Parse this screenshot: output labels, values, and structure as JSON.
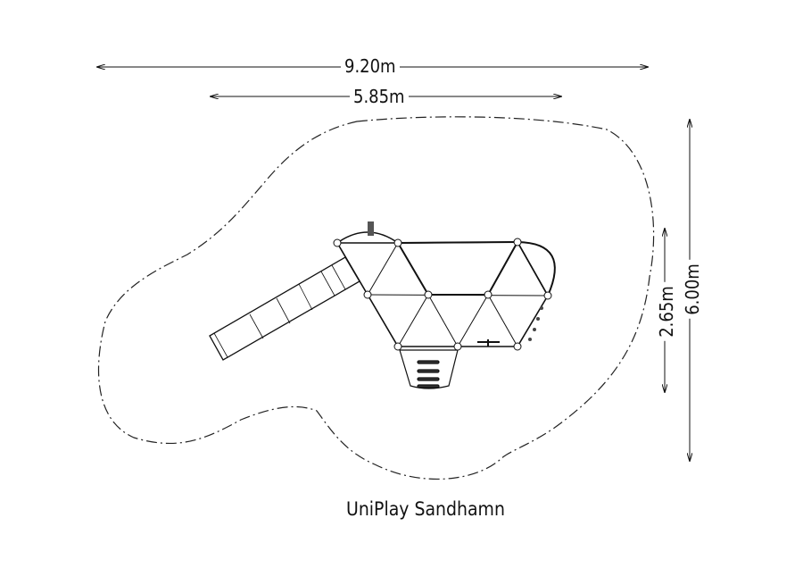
{
  "dimensions": {
    "overall_width": "9.20m",
    "structure_width": "5.85m",
    "overall_depth": "6.00m",
    "structure_depth": "2.65m"
  },
  "title": "UniPlay Sandhamn"
}
